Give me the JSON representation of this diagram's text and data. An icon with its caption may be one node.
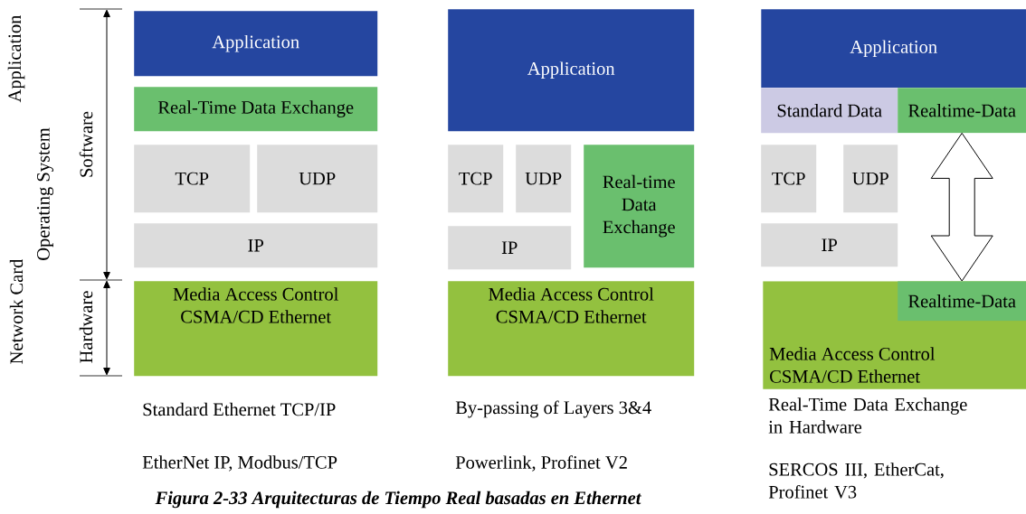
{
  "diagram": {
    "caption": "Figura 2-33 Arquitecturas de Tiempo Real basadas en Ethernet",
    "nodes": [
      {
        "text": [
          "Application"
        ]
      },
      {
        "text": [
          "Real-Time Data Exchange"
        ]
      },
      {
        "text": [
          "TCP"
        ]
      },
      {
        "text": [
          "UDP"
        ]
      },
      {
        "text": [
          "IP"
        ]
      },
      {
        "text": [
          "Media Access Control CSMA/CD Ethernet"
        ]
      },
      {
        "text": [
          "Application"
        ]
      },
      {
        "text": [
          "TCP"
        ]
      },
      {
        "text": [
          "UDP"
        ]
      },
      {
        "text": [
          "Real-time Data Exchange"
        ]
      },
      {
        "text": [
          "IP"
        ]
      },
      {
        "text": [
          "Media Access Control CSMA/CD Ethernet"
        ]
      },
      {
        "text": [
          "Application"
        ]
      },
      {
        "text": [
          "Standard Data"
        ]
      },
      {
        "text": [
          "Realtime-Data"
        ]
      },
      {
        "text": [
          "TCP"
        ]
      },
      {
        "text": [
          "UDP"
        ]
      },
      {
        "text": [
          "IP"
        ]
      },
      {
        "text": [
          "Media Access Control CSMA/CD Ethernet"
        ]
      },
      {
        "text": [
          "Realtime-Data"
        ],
        "in": 18
      }
    ],
    "edges": [
      {
        "from": 14,
        "to": 19,
        "arrow": "both"
      }
    ],
    "labels": [
      "Application",
      "Operating System",
      "Network Card",
      "Software",
      "Hardware",
      "Standard Ethernet TCP/IP",
      "By-passing of Layers 3&4",
      "Real-Time Data Exchange in Hardware",
      "EtherNet IP, Modbus/TCP",
      "Powerlink, Profinet V2",
      "SERCOS III, EtherCat, Profinet V3"
    ]
  }
}
